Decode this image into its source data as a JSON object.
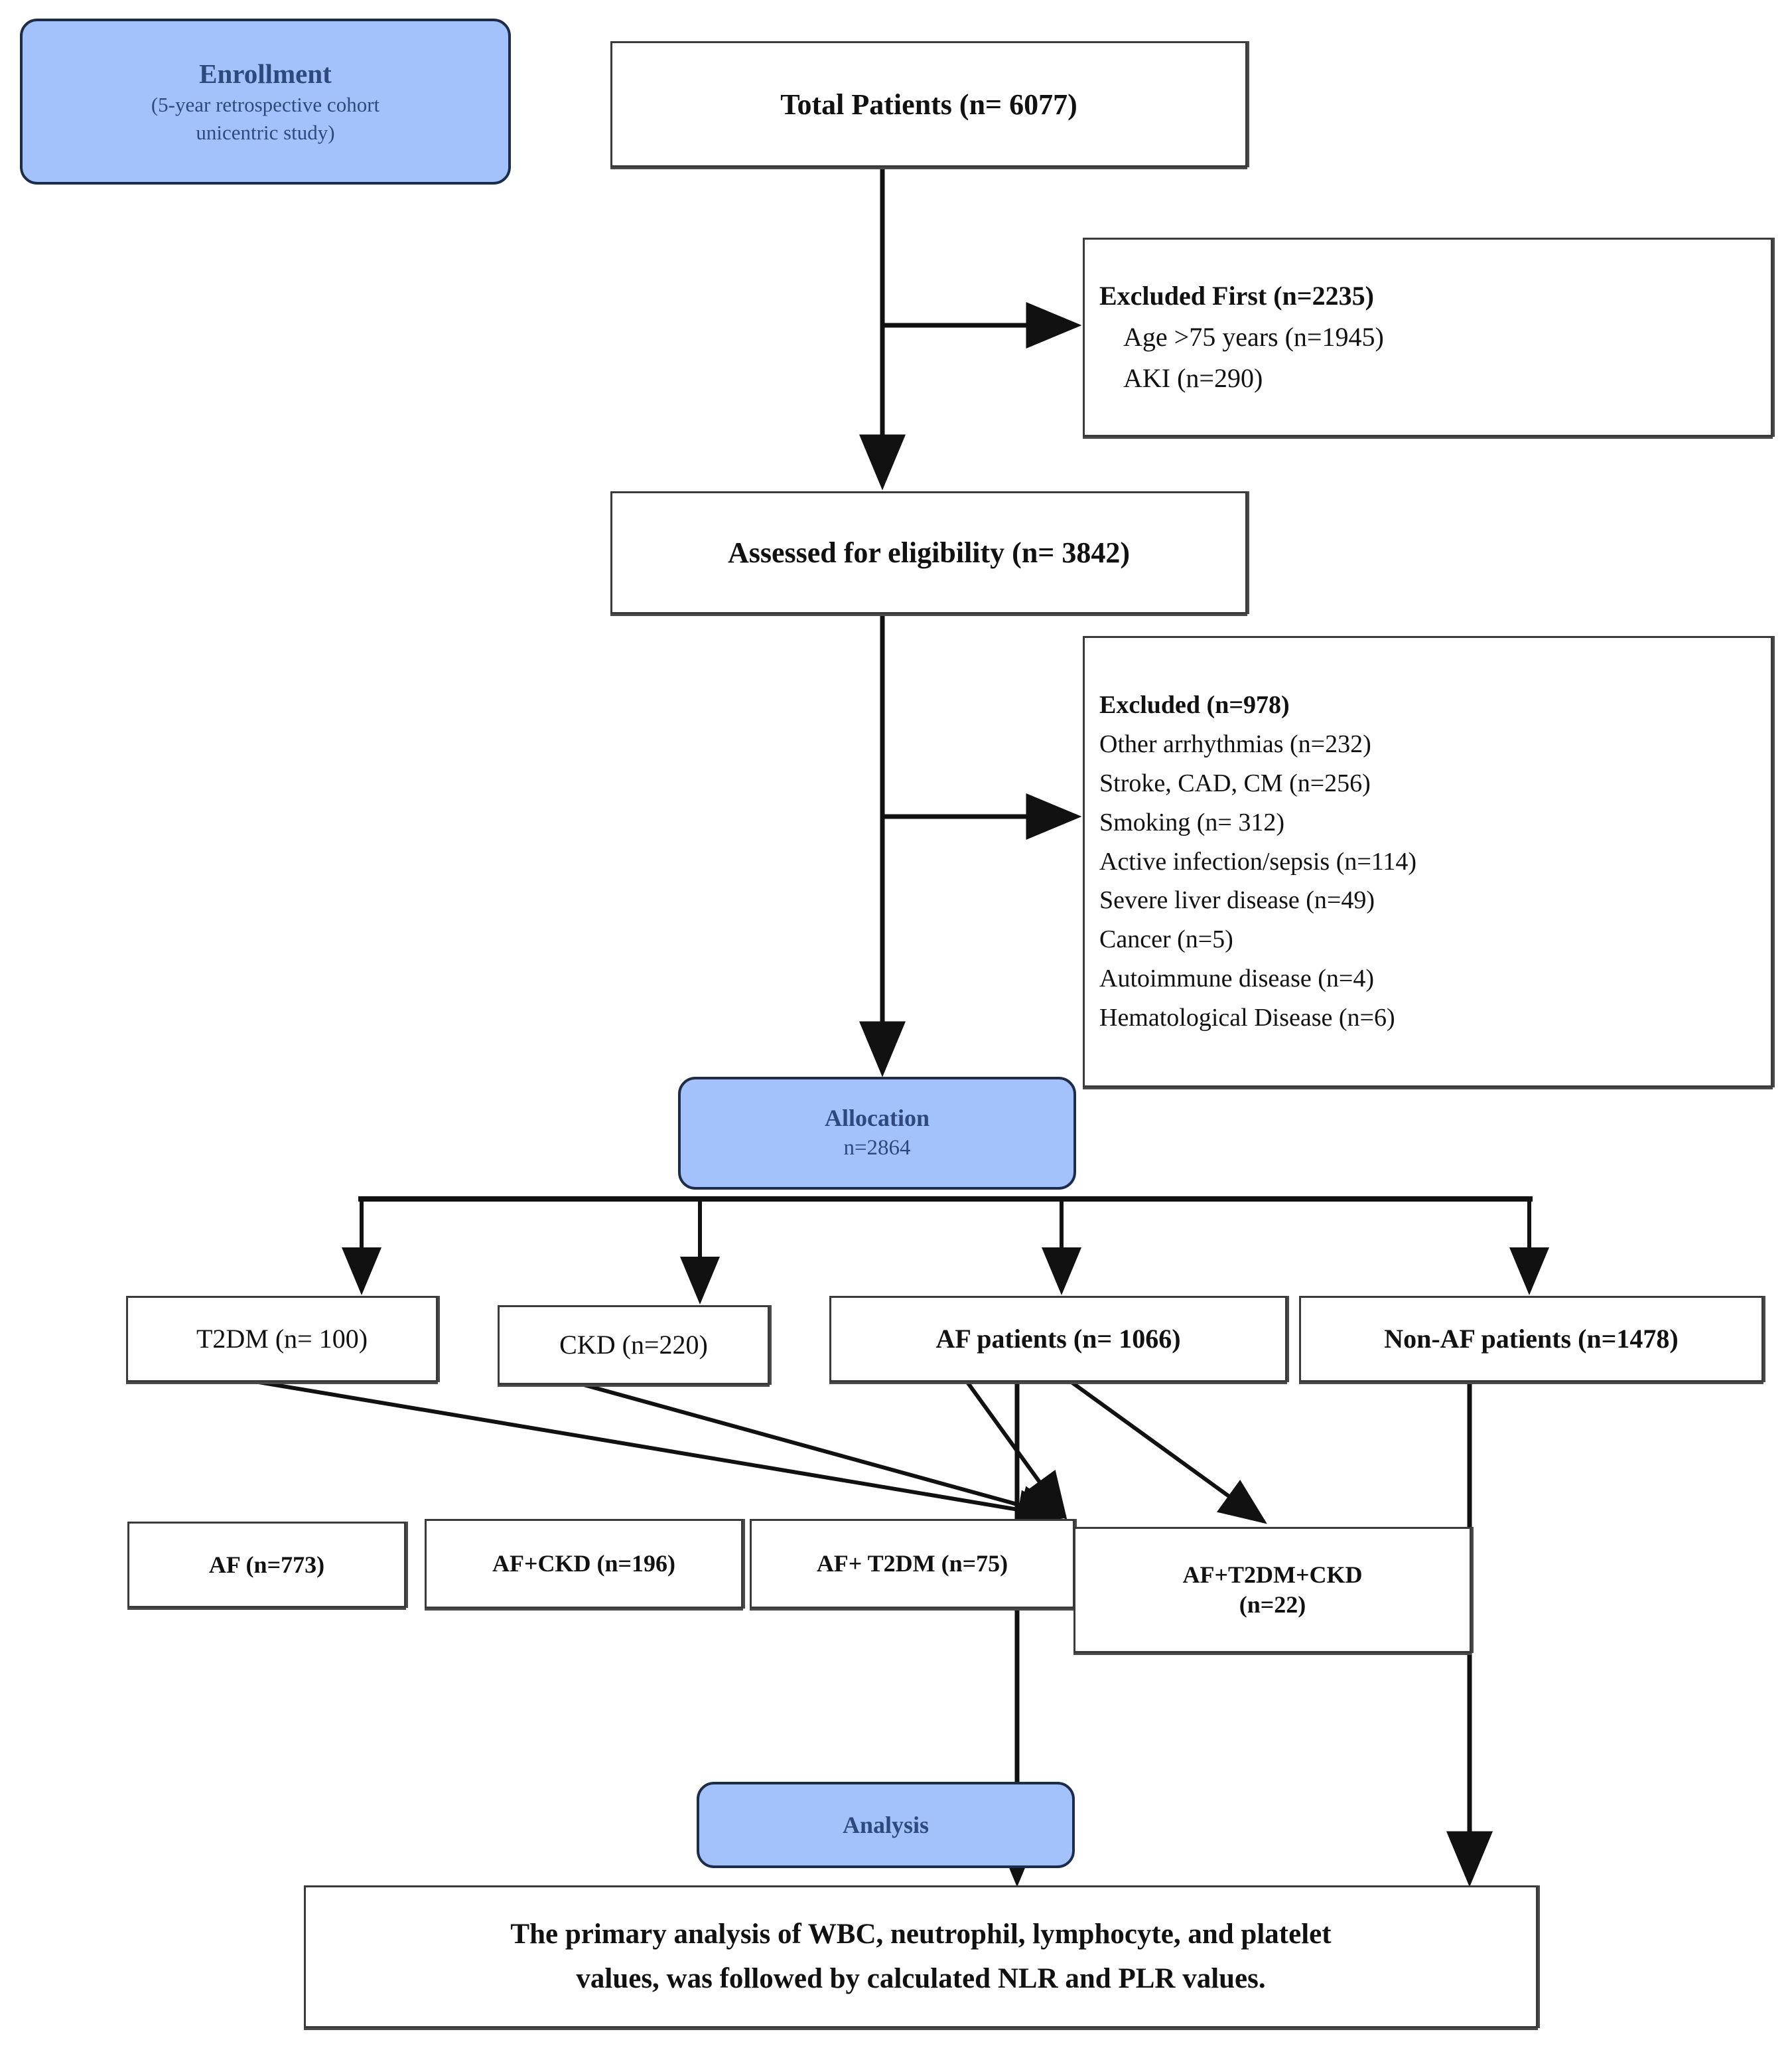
{
  "figure": {
    "type": "flowchart",
    "title": "Patient selection CONSORT-style flow diagram",
    "colors": {
      "stage_fill": "#A3C2FB",
      "stage_border": "#1C2C49",
      "stage_text": "#2E4A7C",
      "box_border": "#3A3A3A",
      "box_fill": "#FFFFFF",
      "text": "#111111",
      "background": "#FFFFFF"
    }
  },
  "stages": {
    "enrollment": {
      "title": "Enrollment",
      "subtitle_line1": "(5-year retrospective cohort",
      "subtitle_line2": "unicentric study)"
    },
    "allocation": {
      "title": "Allocation",
      "count": "n=2864"
    },
    "analysis": {
      "title": "Analysis"
    }
  },
  "nodes": {
    "total_patients": {
      "label": "Total Patients (n= 6077)",
      "n": 6077
    },
    "assessed": {
      "label": "Assessed for eligibility (n= 3842)",
      "n": 3842
    },
    "excluded_first": {
      "header": "Excluded First (n=2235)",
      "n": 2235,
      "items": [
        {
          "label": "Age >75 years (n=1945)",
          "n": 1945
        },
        {
          "label": "AKI (n=290)",
          "n": 290
        }
      ]
    },
    "excluded_second": {
      "header": "Excluded (n=978)",
      "n": 978,
      "items": [
        {
          "label": "Other arrhythmias (n=232)",
          "n": 232
        },
        {
          "label": "Stroke, CAD, CM (n=256)",
          "n": 256
        },
        {
          "label": "Smoking (n= 312)",
          "n": 312
        },
        {
          "label": "Active infection/sepsis (n=114)",
          "n": 114
        },
        {
          "label": "Severe liver disease (n=49)",
          "n": 49
        },
        {
          "label": "Cancer (n=5)",
          "n": 5
        },
        {
          "label": "Autoimmune disease (n=4)",
          "n": 4
        },
        {
          "label": "Hematological Disease (n=6)",
          "n": 6
        }
      ]
    },
    "groups": [
      {
        "label": "T2DM (n= 100)",
        "n": 100
      },
      {
        "label": "CKD (n=220)",
        "n": 220
      },
      {
        "label": "AF patients (n= 1066)",
        "n": 1066
      },
      {
        "label": "Non-AF patients (n=1478)",
        "n": 1478
      }
    ],
    "subgroups": [
      {
        "label": "AF (n=773)",
        "n": 773
      },
      {
        "label": "AF+CKD (n=196)",
        "n": 196
      },
      {
        "label": "AF+ T2DM (n=75)",
        "n": 75
      },
      {
        "label_line1": "AF+T2DM+CKD",
        "label_line2": "(n=22)",
        "n": 22
      }
    ],
    "final": {
      "line1": "The primary analysis of WBC, neutrophil, lymphocyte, and platelet",
      "line2": "values, was followed by calculated NLR and PLR values."
    }
  }
}
